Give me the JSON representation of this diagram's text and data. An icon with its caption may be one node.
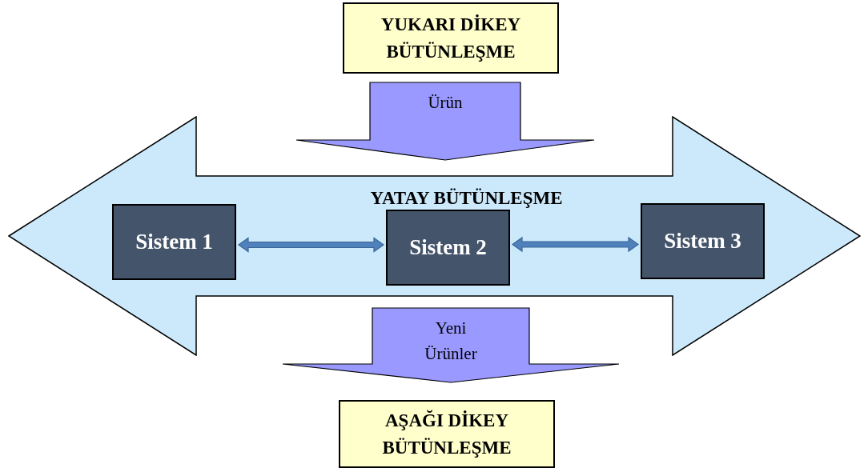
{
  "diagram": {
    "nodes": [
      {
        "text": [
          "YUKARI DİKEY BÜTÜNLEŞME"
        ]
      },
      {
        "text": [
          "YATAY BÜTÜNLEŞME"
        ]
      },
      {
        "text": [
          "Sistem 1"
        ],
        "in": 1
      },
      {
        "text": [
          "Sistem 2"
        ],
        "in": 1
      },
      {
        "text": [
          "Sistem 3"
        ],
        "in": 1
      },
      {
        "text": [
          "AŞAĞI DİKEY BÜTÜNLEŞME"
        ]
      }
    ],
    "edges": [
      {
        "from": 0,
        "to": 1,
        "arrow": "to",
        "label": "Ürün",
        "color": "#9999ff"
      },
      {
        "from": 2,
        "to": 3,
        "arrow": "both"
      },
      {
        "from": 3,
        "to": 4,
        "arrow": "both"
      },
      {
        "from": 1,
        "to": 5,
        "arrow": "to",
        "label": "Yeni Ürünler",
        "color": "#9999ff"
      }
    ]
  }
}
